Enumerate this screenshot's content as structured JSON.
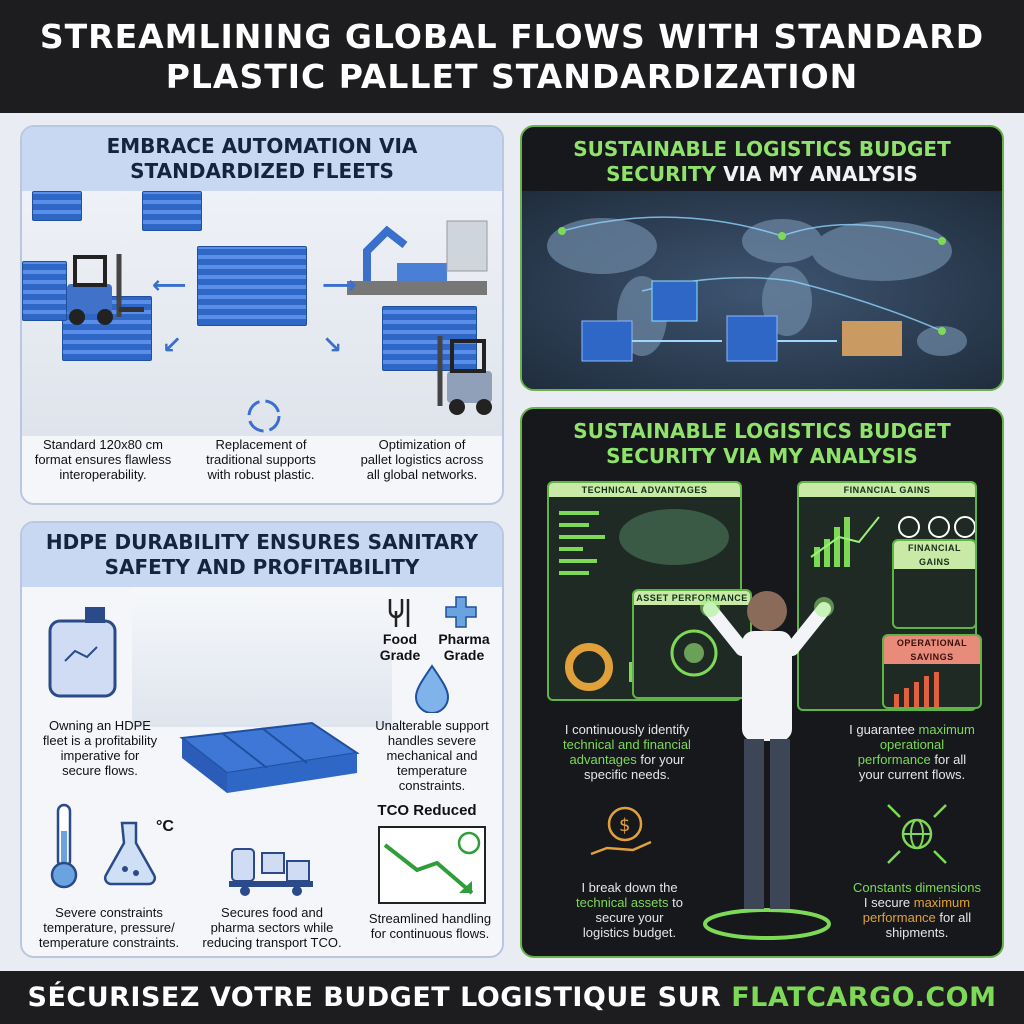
{
  "header": {
    "line1": "STREAMLINING GLOBAL FLOWS WITH STANDARD",
    "line2": "PLASTIC PALLET STANDARDIZATION"
  },
  "panel_automation": {
    "title_l1": "EMBRACE AUTOMATION VIA",
    "title_l2": "STANDARDIZED FLEETS",
    "captions": [
      [
        "Standard 120x80 cm",
        "format ensures flawless",
        "interoperability."
      ],
      [
        "Replacement of",
        "traditional supports",
        "with robust plastic."
      ],
      [
        "Optimization of",
        "pallet logistics across",
        "all global networks."
      ]
    ]
  },
  "panel_budget_top": {
    "title_l1": "SUSTAINABLE LOGISTICS BUDGET",
    "title_l2_a": "SECURITY",
    "title_l2_b": " VIA MY ANALYSIS"
  },
  "panel_hdpe": {
    "title_l1": "HDPE DURABILITY ENSURES SANITARY",
    "title_l2": "SAFETY AND PROFITABILITY",
    "food_grade": [
      "Food",
      "Grade"
    ],
    "pharma_grade": [
      "Pharma",
      "Grade"
    ],
    "celsius": "°C",
    "tco_label": "TCO Reduced",
    "captions": {
      "owning": [
        "Owning an HDPE",
        "fleet is a profitability",
        "imperative for",
        "secure flows."
      ],
      "unalterable": [
        "Unalterable support",
        "handles severe",
        "mechanical and",
        "temperature",
        "constraints."
      ],
      "severe": [
        "Severe constraints",
        "temperature, pressure/",
        "temperature constraints."
      ],
      "secures": [
        "Secures food and",
        "pharma sectors while",
        "reducing transport TCO."
      ],
      "streamlined": [
        "Streamlined handling",
        "for continuous flows."
      ]
    }
  },
  "panel_budget_main": {
    "title_l1": "SUSTAINABLE LOGISTICS BUDGET",
    "title_l2": "SECURITY VIA MY ANALYSIS",
    "screens": {
      "technical": "TECHNICAL ADVANTAGES",
      "financial": "FINANCIAL GAINS",
      "asset": "ASSET PERFORMANCE",
      "financial2": "FINANCIAL GAINS",
      "operational": "OPERATIONAL SAVINGS"
    },
    "cap1": {
      "a": "I continuously identify",
      "b": "technical and financial",
      "c": "advantages",
      "d": " for your",
      "e": "specific needs."
    },
    "cap2": {
      "a": "I guarantee ",
      "b": "maximum",
      "c": "operational",
      "d": "performance",
      "e": " for all",
      "f": "your current flows."
    },
    "cap3": {
      "a": "I break down the",
      "b": "technical assets",
      "c": " to",
      "d": "secure your",
      "e": "logistics budget."
    },
    "cap4": {
      "a": "Constants dimensions",
      "b": "I secure ",
      "c": "maximum",
      "d": "performance",
      "e": " for all",
      "f": "shipments."
    }
  },
  "footer": {
    "text": "SÉCURISEZ VOTRE BUDGET LOGISTIQUE SUR ",
    "site": "FLATCARGO.COM"
  },
  "colors": {
    "accent_green": "#7ed957",
    "pallet_blue": "#2f67c7",
    "dark_bg": "#16181c"
  }
}
